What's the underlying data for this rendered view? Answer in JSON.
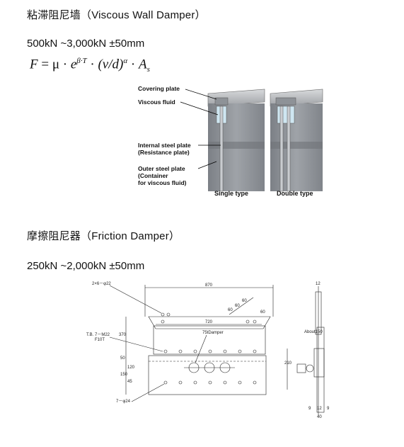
{
  "viscous": {
    "title": "粘滞阻尼墙（Viscous Wall Damper）",
    "spec": "500kN ~3,000kN ±50mm",
    "formula": {
      "lhs": "F",
      "eq": "=",
      "mu": "μ",
      "dot": "·",
      "e": "e",
      "exp": "β·T",
      "paren": "(v/d)",
      "alpha": "α",
      "A": "A",
      "s": "s"
    },
    "labels": {
      "covering_plate": "Covering plate",
      "viscous_fluid": "Viscous fluid",
      "internal_plate_1": "Internal steel plate",
      "internal_plate_2": "(Resistance plate)",
      "outer_plate_1": "Outer steel plate",
      "outer_plate_2": "(Container",
      "outer_plate_3": "for viscous fluid)"
    },
    "captions": {
      "single": "Single type",
      "double": "Double type"
    }
  },
  "friction": {
    "title": "摩擦阻尼器（Friction Damper）",
    "spec": "250kN ~2,000kN ±50mm",
    "drawing": {
      "dim_870": "870",
      "dim_720": "720",
      "holes_top": "2×6－φ22",
      "tb": "T.B. 7－M22",
      "tb2": "F10T",
      "damper": "75tDamper",
      "holes_bottom": "7－φ24",
      "dim_370": "370",
      "dim_210": "210",
      "dim_120": "120",
      "dim_150": "150",
      "dim_60a": "60",
      "dim_60b": "60",
      "dim_60c": "60",
      "dim_60d": "60",
      "dim_45": "45",
      "dim_50": "50",
      "dim_about": "About150",
      "dim_12": "12",
      "dim_9a": "9",
      "dim_9b": "9",
      "dim_12b": "12",
      "dim_40": "40"
    }
  }
}
